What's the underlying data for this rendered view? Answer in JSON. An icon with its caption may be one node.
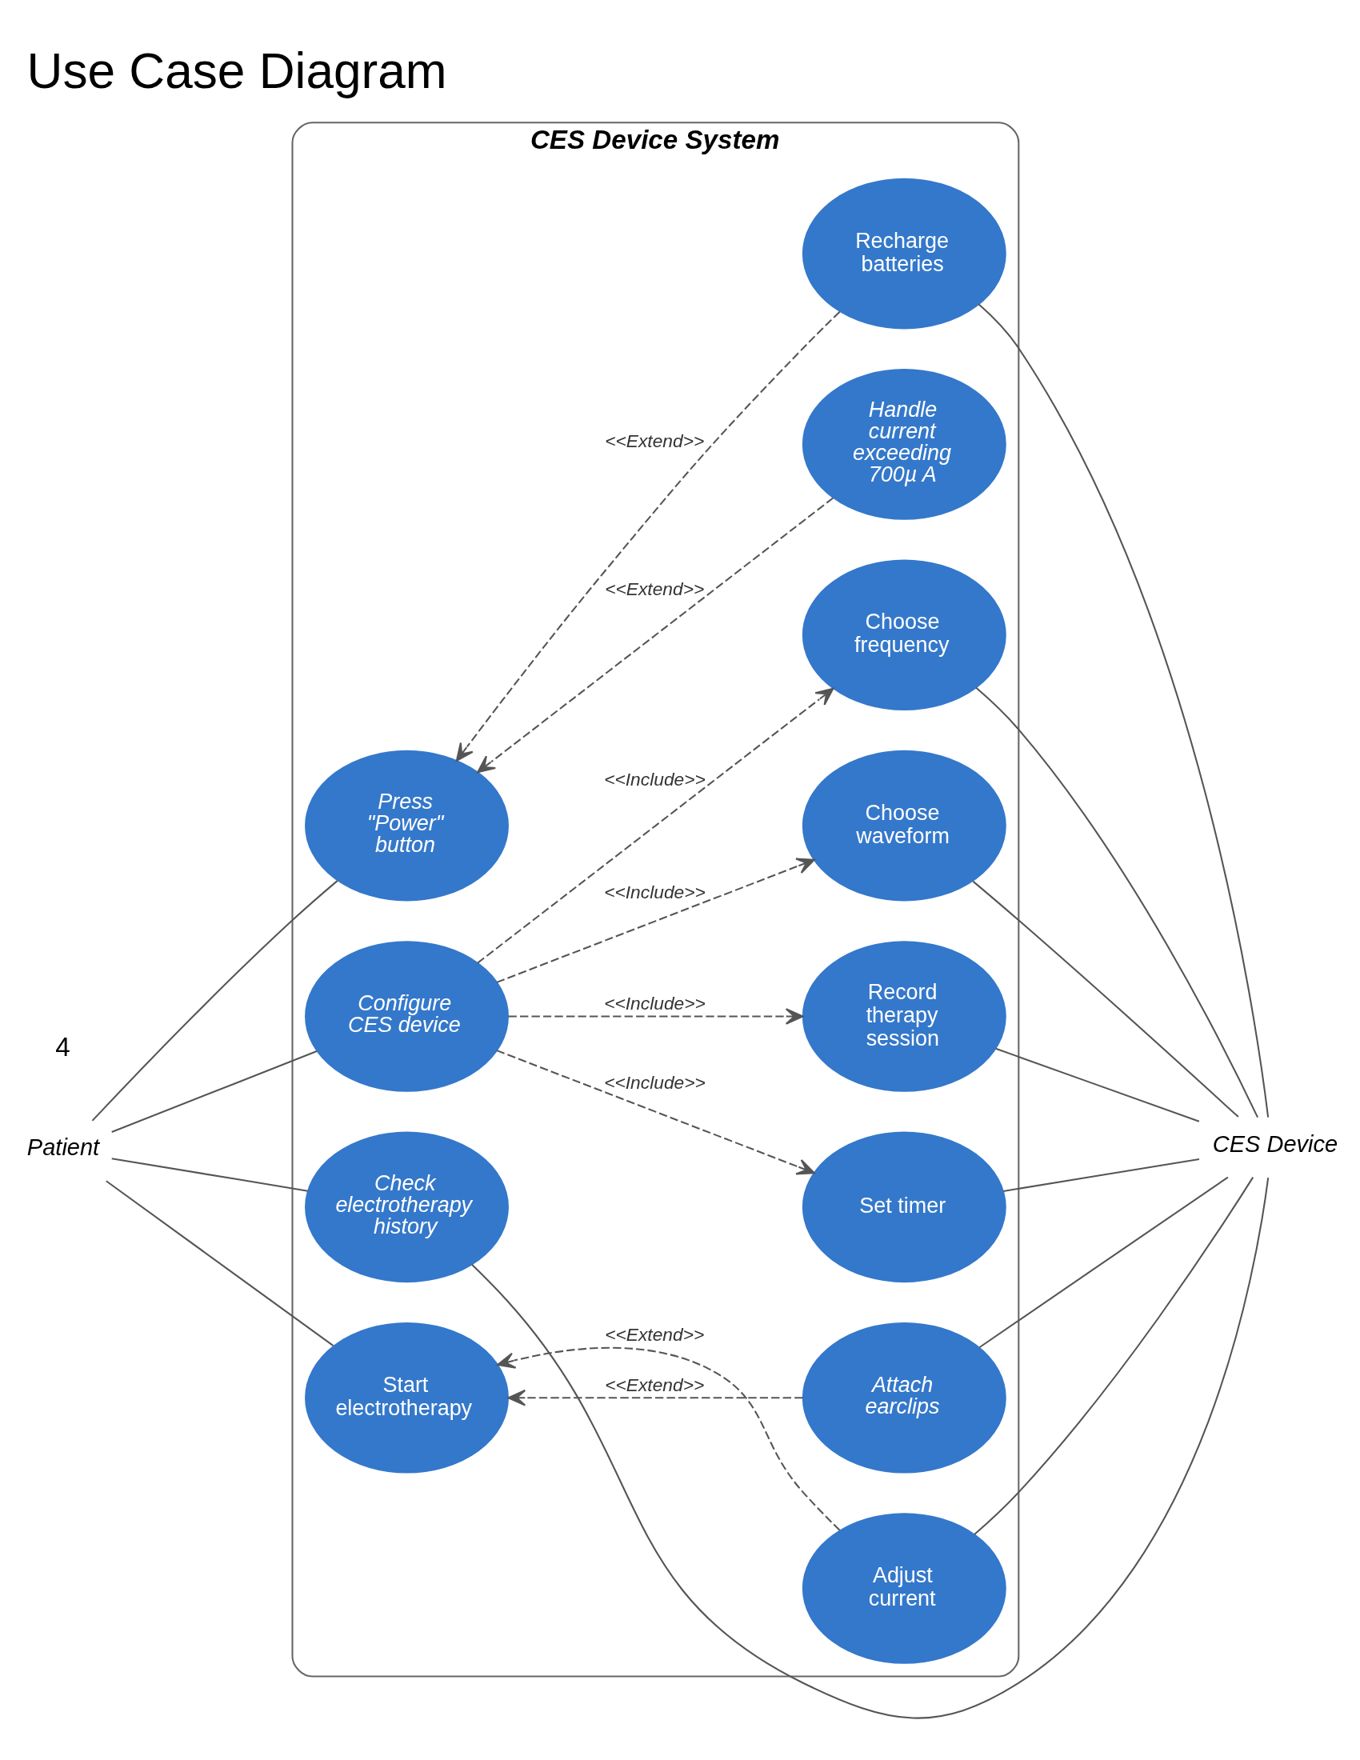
{
  "diagram": {
    "title": "Use Case Diagram",
    "nodes": [
      {
        "text": [
          "CES Device System"
        ]
      },
      {
        "text": [
          "Patient"
        ]
      },
      {
        "text": [
          "CES Device"
        ]
      },
      {
        "text": [
          "Press \"Power\" button"
        ],
        "in": 0
      },
      {
        "text": [
          "Handle current exceeding 700µ A"
        ],
        "in": 0
      },
      {
        "text": [
          "Recharge batteries"
        ],
        "in": 0
      },
      {
        "text": [
          "Check electrotherapy history"
        ],
        "in": 0
      },
      {
        "text": [
          "Choose frequency"
        ],
        "in": 0
      },
      {
        "text": [
          "Choose waveform"
        ],
        "in": 0
      },
      {
        "text": [
          "Configure CES device"
        ],
        "in": 0
      },
      {
        "text": [
          "Record therapy session"
        ],
        "in": 0
      },
      {
        "text": [
          "Set timer"
        ],
        "in": 0
      },
      {
        "text": [
          "Attach earclips"
        ],
        "in": 0
      },
      {
        "text": [
          "Start electrotherapy"
        ],
        "in": 0
      },
      {
        "text": [
          "Adjust current"
        ],
        "in": 0
      }
    ],
    "edges": [
      {
        "from": 1,
        "to": 3,
        "arrow": "none"
      },
      {
        "from": 1,
        "to": 6,
        "arrow": "none"
      },
      {
        "from": 1,
        "to": 9,
        "arrow": "none"
      },
      {
        "from": 1,
        "to": 13,
        "arrow": "none"
      },
      {
        "from": 4,
        "to": 3,
        "arrow": "to",
        "style": "dashed",
        "label": "<<Extend>>"
      },
      {
        "from": 5,
        "to": 3,
        "arrow": "to",
        "style": "dashed",
        "label": "<<Extend>>"
      },
      {
        "from": 9,
        "to": 7,
        "arrow": "to",
        "style": "dashed",
        "label": "<<Include>>"
      },
      {
        "from": 9,
        "to": 8,
        "arrow": "to",
        "style": "dashed",
        "label": "<<Include>>"
      },
      {
        "from": 9,
        "to": 10,
        "arrow": "to",
        "style": "dashed",
        "label": "<<Include>>"
      },
      {
        "from": 9,
        "to": 11,
        "arrow": "to",
        "style": "dashed",
        "label": "<<Include>>"
      },
      {
        "from": 12,
        "to": 13,
        "arrow": "to",
        "style": "dashed",
        "label": "<<Extend>>"
      },
      {
        "from": 14,
        "to": 13,
        "arrow": "to",
        "style": "dashed",
        "label": "<<Extend>>"
      },
      {
        "from": 5,
        "to": 2,
        "arrow": "none"
      },
      {
        "from": 6,
        "to": 2,
        "arrow": "none"
      },
      {
        "from": 7,
        "to": 2,
        "arrow": "none"
      },
      {
        "from": 8,
        "to": 2,
        "arrow": "none"
      },
      {
        "from": 10,
        "to": 2,
        "arrow": "none"
      },
      {
        "from": 11,
        "to": 2,
        "arrow": "none"
      },
      {
        "from": 12,
        "to": 2,
        "arrow": "none"
      },
      {
        "from": 14,
        "to": 2,
        "arrow": "none"
      }
    ],
    "labels": [
      "4"
    ]
  }
}
